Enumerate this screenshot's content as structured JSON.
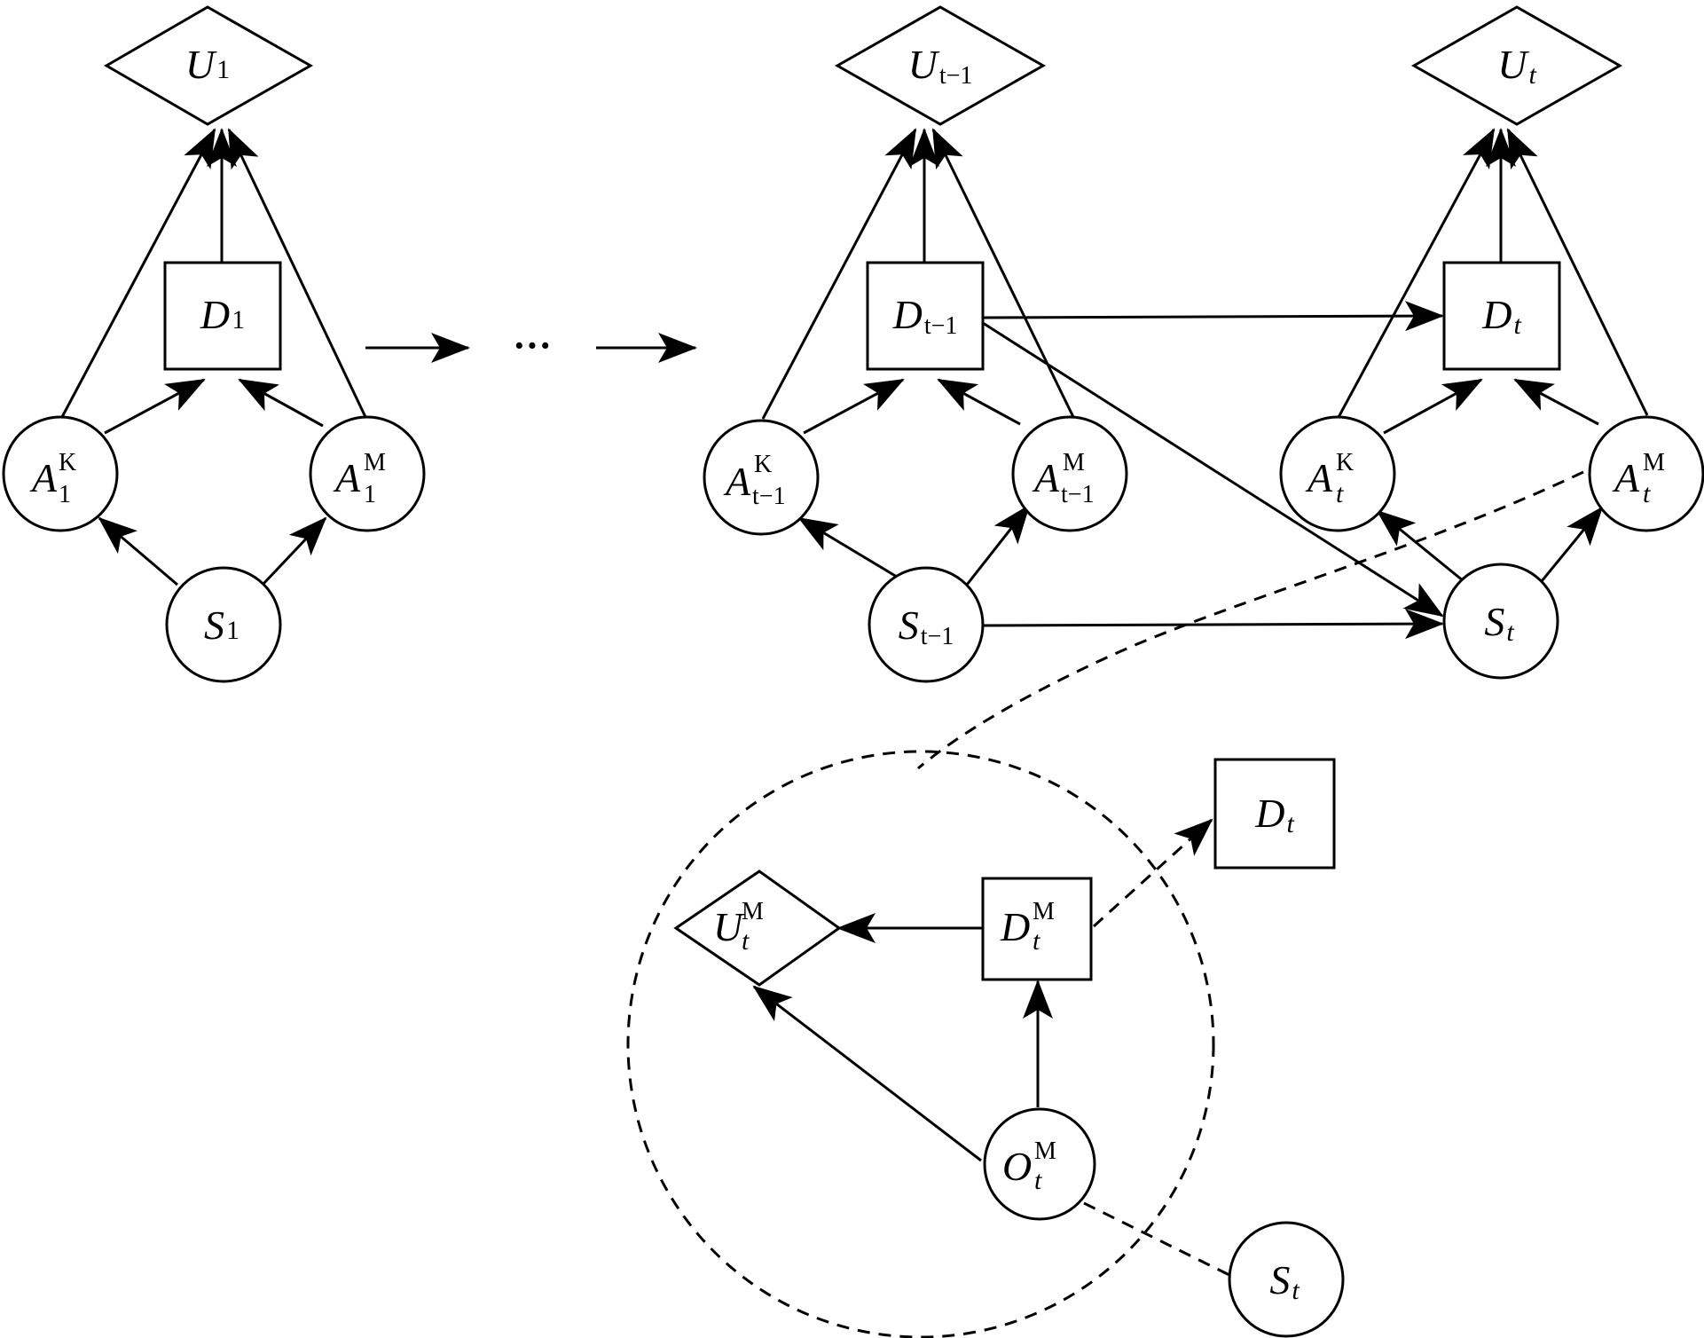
{
  "colors": {
    "stroke": "#000000",
    "fill": "#ffffff"
  },
  "ellipsis": "···",
  "slice1": {
    "utility": {
      "main": "U",
      "sub": "1"
    },
    "decision": {
      "main": "D",
      "sub": "1"
    },
    "action_k": {
      "main": "A",
      "sub": "1",
      "sup": "K"
    },
    "action_m": {
      "main": "A",
      "sub": "1",
      "sup": "M"
    },
    "state": {
      "main": "S",
      "sub": "1"
    }
  },
  "slice_prev": {
    "utility": {
      "main": "U",
      "sub": "t−1"
    },
    "decision": {
      "main": "D",
      "sub": "t−1"
    },
    "action_k": {
      "main": "A",
      "sub": "t−1",
      "sup": "K"
    },
    "action_m": {
      "main": "A",
      "sub": "t−1",
      "sup": "M"
    },
    "state": {
      "main": "S",
      "sub": "t−1"
    }
  },
  "slice_t": {
    "utility": {
      "main": "U",
      "sub": "t"
    },
    "decision": {
      "main": "D",
      "sub": "t"
    },
    "action_k": {
      "main": "A",
      "sub": "t",
      "sup": "K"
    },
    "action_m": {
      "main": "A",
      "sub": "t",
      "sup": "M"
    },
    "state": {
      "main": "S",
      "sub": "t"
    }
  },
  "detail": {
    "utility": {
      "main": "U",
      "sub": "t",
      "sup": "M"
    },
    "decision": {
      "main": "D",
      "sub": "t",
      "sup": "M"
    },
    "observation": {
      "main": "O",
      "sub": "t",
      "sup": "M"
    },
    "external_decision": {
      "main": "D",
      "sub": "t"
    },
    "external_state": {
      "main": "S",
      "sub": "t"
    }
  }
}
